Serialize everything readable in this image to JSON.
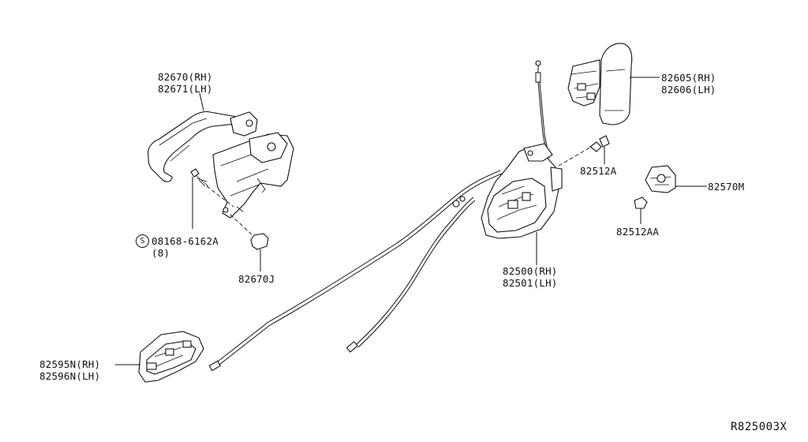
{
  "diagram": {
    "reference_code": "R825003X",
    "parts": [
      {
        "id": "inside-handle",
        "lines": [
          "82670(RH)",
          "82671(LH)"
        ]
      },
      {
        "id": "outside-handle",
        "lines": [
          "82605(RH)",
          "82606(LH)"
        ]
      },
      {
        "id": "bolt-a",
        "lines": [
          "82512A"
        ]
      },
      {
        "id": "striker",
        "lines": [
          "82570M"
        ]
      },
      {
        "id": "bolt-aa",
        "lines": [
          "82512AA"
        ]
      },
      {
        "id": "screw",
        "symbol": "S",
        "lines": [
          "08168-6162A",
          "(8)"
        ]
      },
      {
        "id": "clip",
        "lines": [
          "82670J"
        ]
      },
      {
        "id": "lock-actuator",
        "lines": [
          "82500(RH)",
          "82501(LH)"
        ]
      },
      {
        "id": "latch-handle",
        "lines": [
          "82595N(RH)",
          "82596N(LH)"
        ]
      }
    ]
  }
}
